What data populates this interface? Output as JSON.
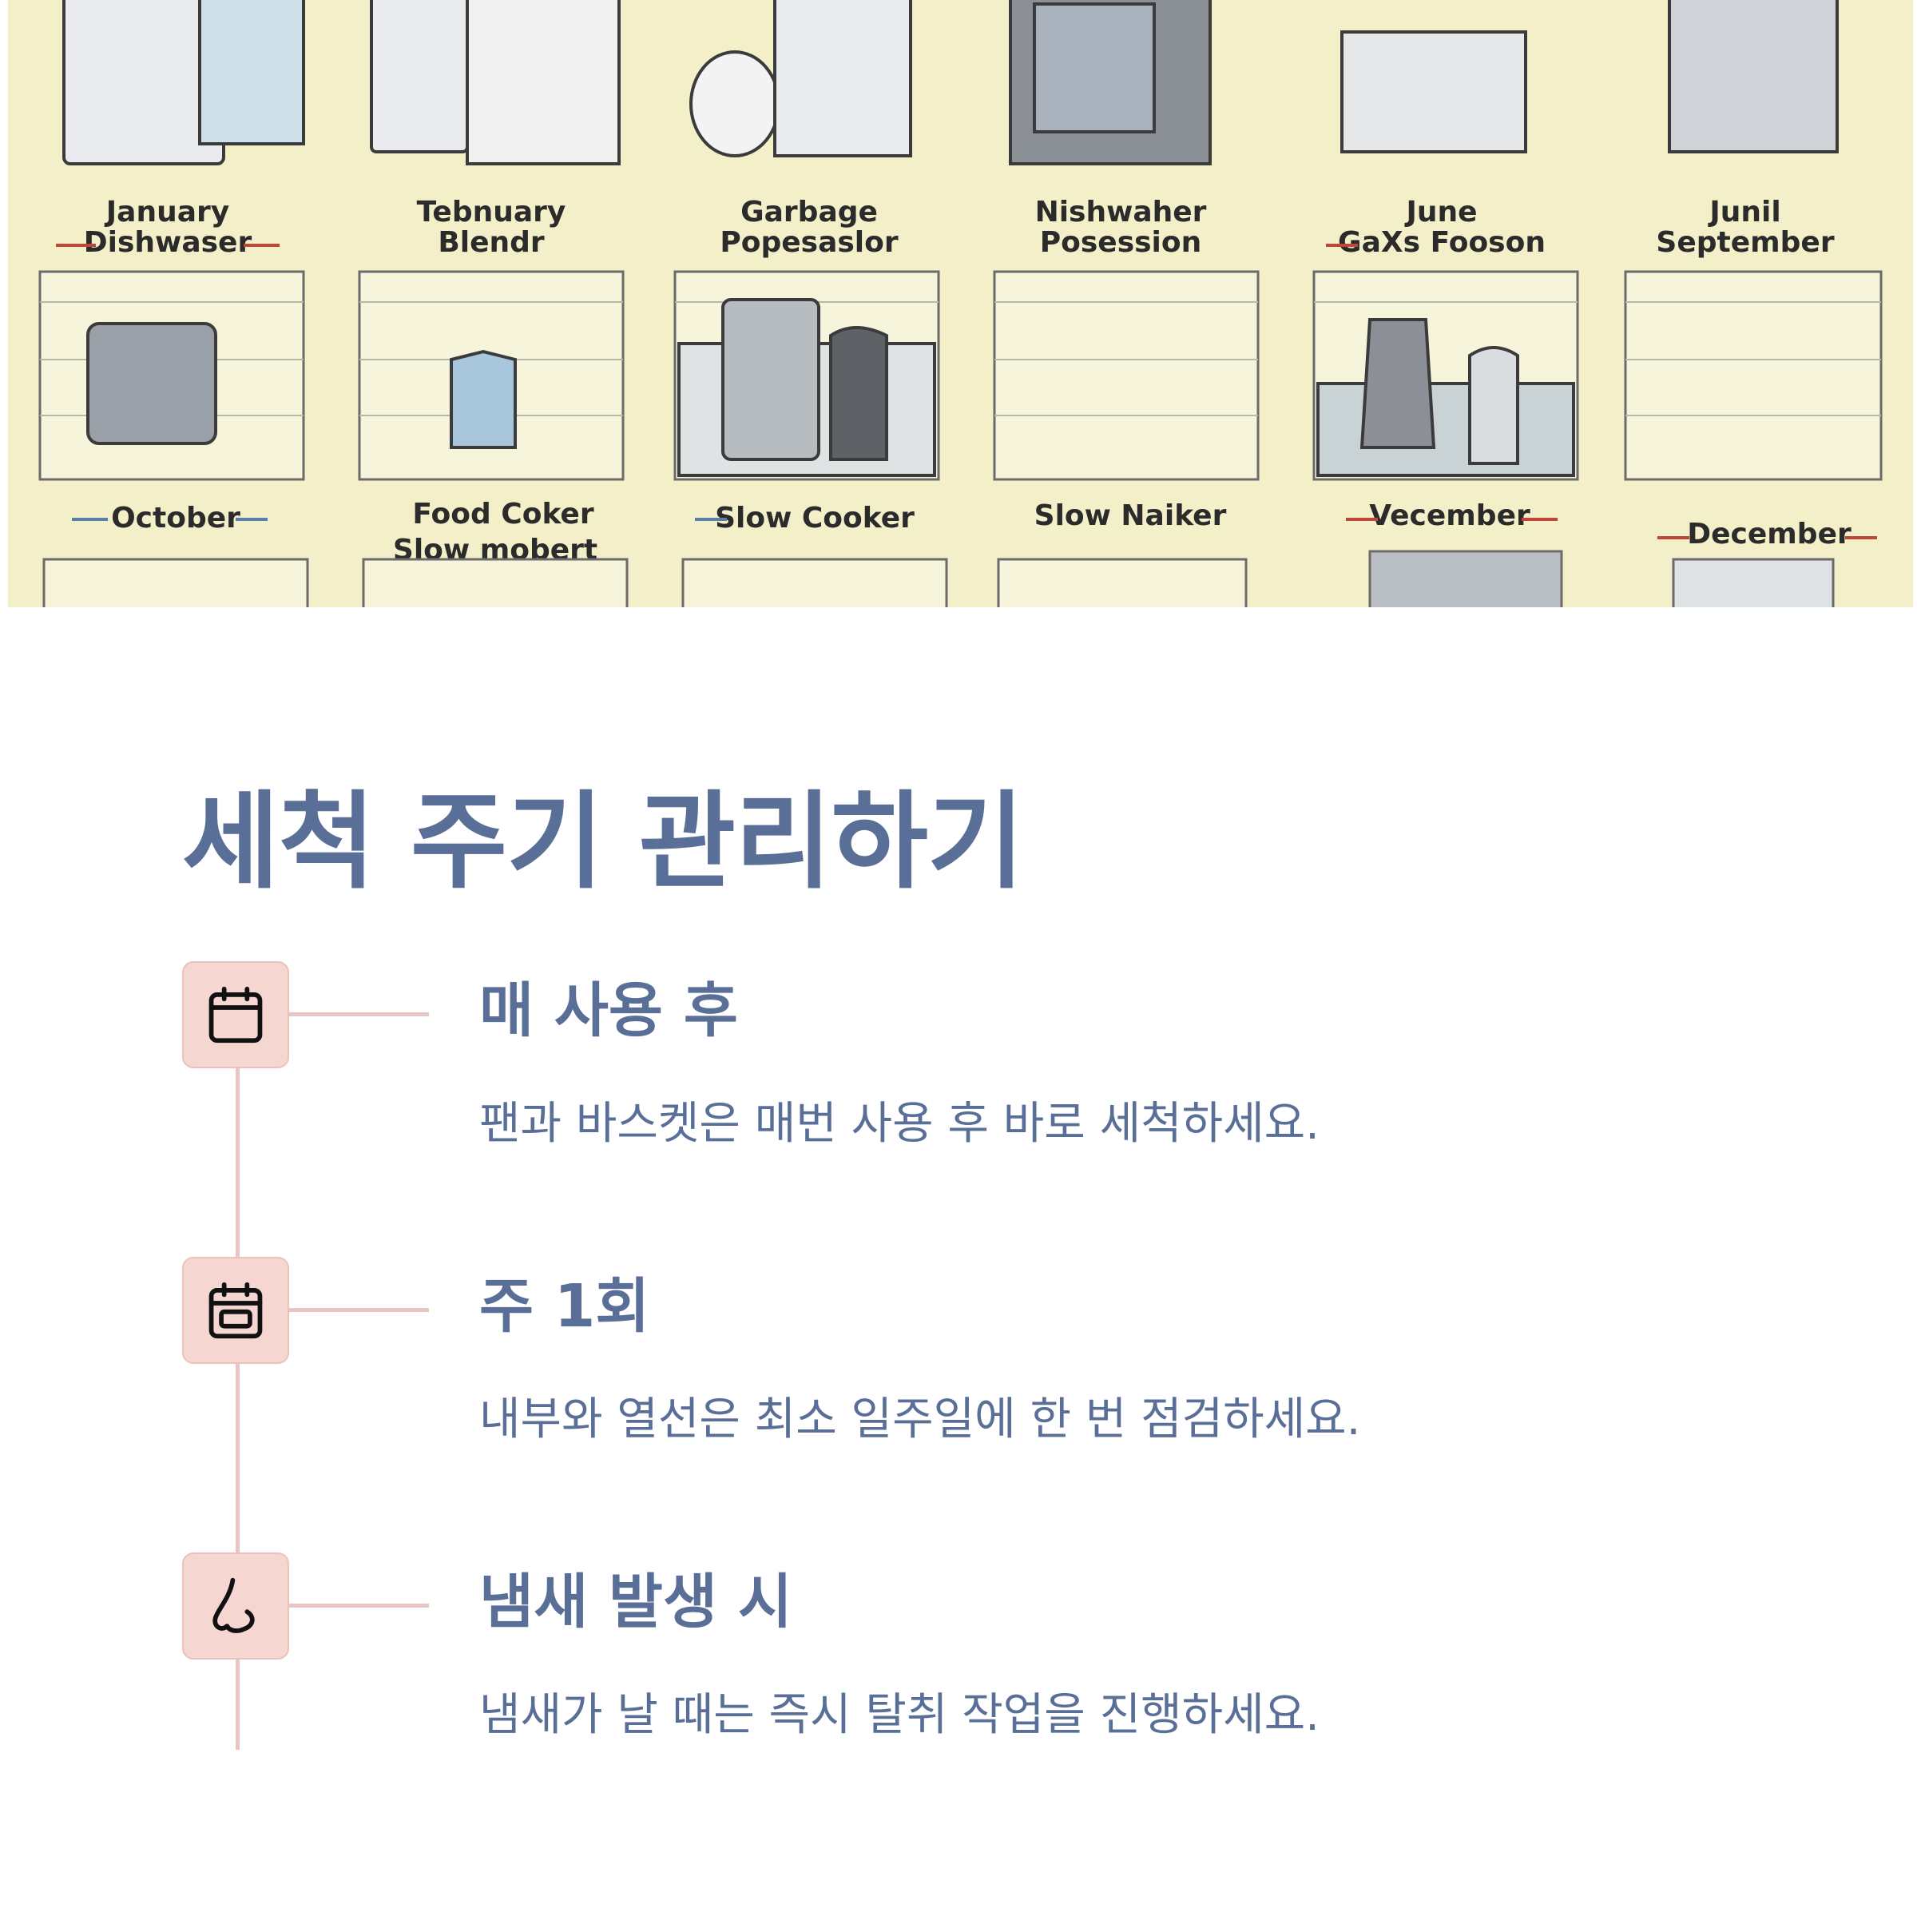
{
  "hero": {
    "months": [
      {
        "line1": "January",
        "line2": "Dishwaser"
      },
      {
        "line1": "Tebnuary",
        "line2": "Blendr"
      },
      {
        "line1": "Garbage",
        "line2": "Popesaslor"
      },
      {
        "line1": "Nishwaher",
        "line2": "Posession"
      },
      {
        "line1": "June",
        "line2": "GaXs Fooson"
      },
      {
        "line1": "Junil",
        "line2": "September"
      },
      {
        "line1": "October",
        "line2": ""
      },
      {
        "line1": "Food Coker",
        "line2": "Slow mobert"
      },
      {
        "line1": "Slow Cooker",
        "line2": ""
      },
      {
        "line1": "Slow Naiker",
        "line2": ""
      },
      {
        "line1": "Vecember",
        "line2": ""
      },
      {
        "line1": "December",
        "line2": ""
      }
    ]
  },
  "main": {
    "title": "세척 주기 관리하기",
    "steps": [
      {
        "icon": "calendar-icon",
        "title": "매 사용 후",
        "desc": "팬과 바스켓은 매번 사용 후 바로 세척하세요."
      },
      {
        "icon": "calendar-week-icon",
        "title": "주 1회",
        "desc": "내부와 열선은 최소 일주일에 한 번 점검하세요."
      },
      {
        "icon": "nose-icon",
        "title": "냄새 발생 시",
        "desc": "냄새가 날 때는 즉시 탈취 작업을 진행하세요."
      }
    ]
  },
  "colors": {
    "accent": "#5a6f97",
    "icon_bg": "#f6d6d1",
    "connector": "#e6c7c3",
    "hero_bg": "#f3efc9"
  }
}
